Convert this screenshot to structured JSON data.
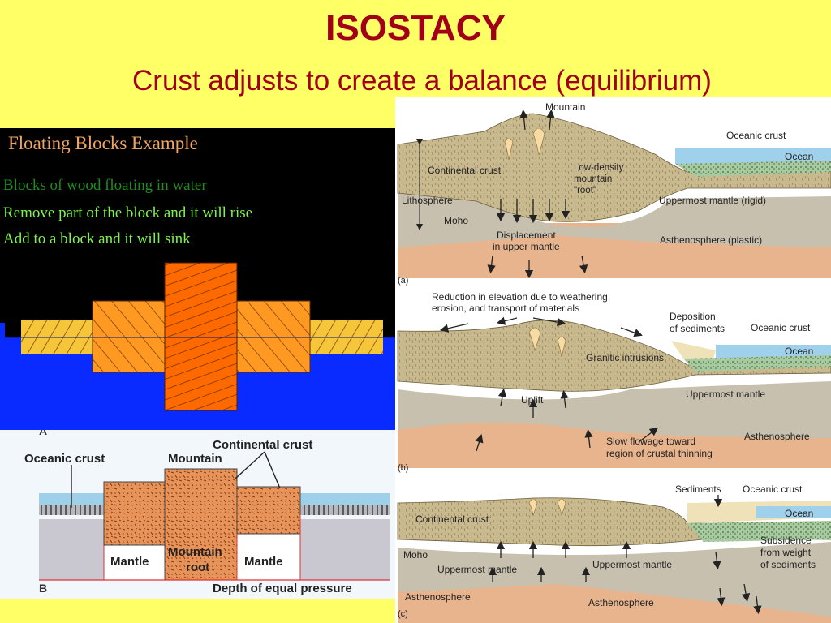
{
  "slide": {
    "title": "ISOSTACY",
    "subtitle": "Crust adjusts to create a balance (equilibrium)"
  },
  "floating_blocks": {
    "title": "Floating Blocks Example",
    "lines": [
      "Blocks of wood floating in water",
      "Remove part of the block and it will rise",
      "Add to a block and it will sink"
    ],
    "colors": {
      "water": "#0a2bff",
      "wood_light": "#f5c53a",
      "wood_mid": "#ff9922",
      "wood_dark": "#ff6a00",
      "line_green_dark": "#1d8d1d",
      "line_green": "#7cf54a"
    }
  },
  "equal_pressure": {
    "label_a": "A",
    "label_b": "B",
    "oceanic_crust": "Oceanic crust",
    "continental_crust": "Continental crust",
    "mountain": "Mountain",
    "mantle_left": "Mantle",
    "mountain_root_1": "Mountain",
    "mountain_root_2": "root",
    "mantle_right": "Mantle",
    "depth_label": "Depth of equal pressure"
  },
  "sections": {
    "a": {
      "panel_label": "(a)",
      "mountain": "Mountain",
      "oceanic_crust": "Oceanic crust",
      "ocean": "Ocean",
      "continental_crust": "Continental crust",
      "low_density_1": "Low-density",
      "low_density_2": "mountain",
      "low_density_3": "\"root\"",
      "lithosphere": "Lithosphere",
      "uppermost_mantle": "Uppermost mantle (rigid)",
      "moho": "Moho",
      "displacement_1": "Displacement",
      "displacement_2": "in upper mantle",
      "asthenosphere": "Asthenosphere (plastic)"
    },
    "b": {
      "panel_label": "(b)",
      "reduction_1": "Reduction in elevation due to weathering,",
      "reduction_2": "erosion, and transport of materials",
      "deposition_1": "Deposition",
      "deposition_2": "of sediments",
      "oceanic_crust": "Oceanic crust",
      "ocean": "Ocean",
      "granitic": "Granitic intrusions",
      "uppermost_mantle": "Uppermost mantle",
      "uplift": "Uplift",
      "asthenosphere": "Asthenosphere",
      "flowage_1": "Slow flowage toward",
      "flowage_2": "region of crustal thinning"
    },
    "c": {
      "panel_label": "(c)",
      "sediments": "Sediments",
      "oceanic_crust": "Oceanic crust",
      "ocean": "Ocean",
      "continental_crust": "Continental crust",
      "subsidence_1": "Subsidence",
      "subsidence_2": "from weight",
      "subsidence_3": "of sediments",
      "moho": "Moho",
      "uppermost_mantle_left": "Uppermost mantle",
      "uppermost_mantle_right": "Uppermost mantle",
      "asthenosphere_left": "Asthenosphere",
      "asthenosphere_right": "Asthenosphere"
    },
    "colors": {
      "crust": "#c9b98e",
      "mantle": "#c8c0ae",
      "astheno": "#e8b48e",
      "ocean": "#9fd0ec",
      "oceanic_crust": "#a9c9a0",
      "sediment": "#f0e2b8"
    }
  }
}
